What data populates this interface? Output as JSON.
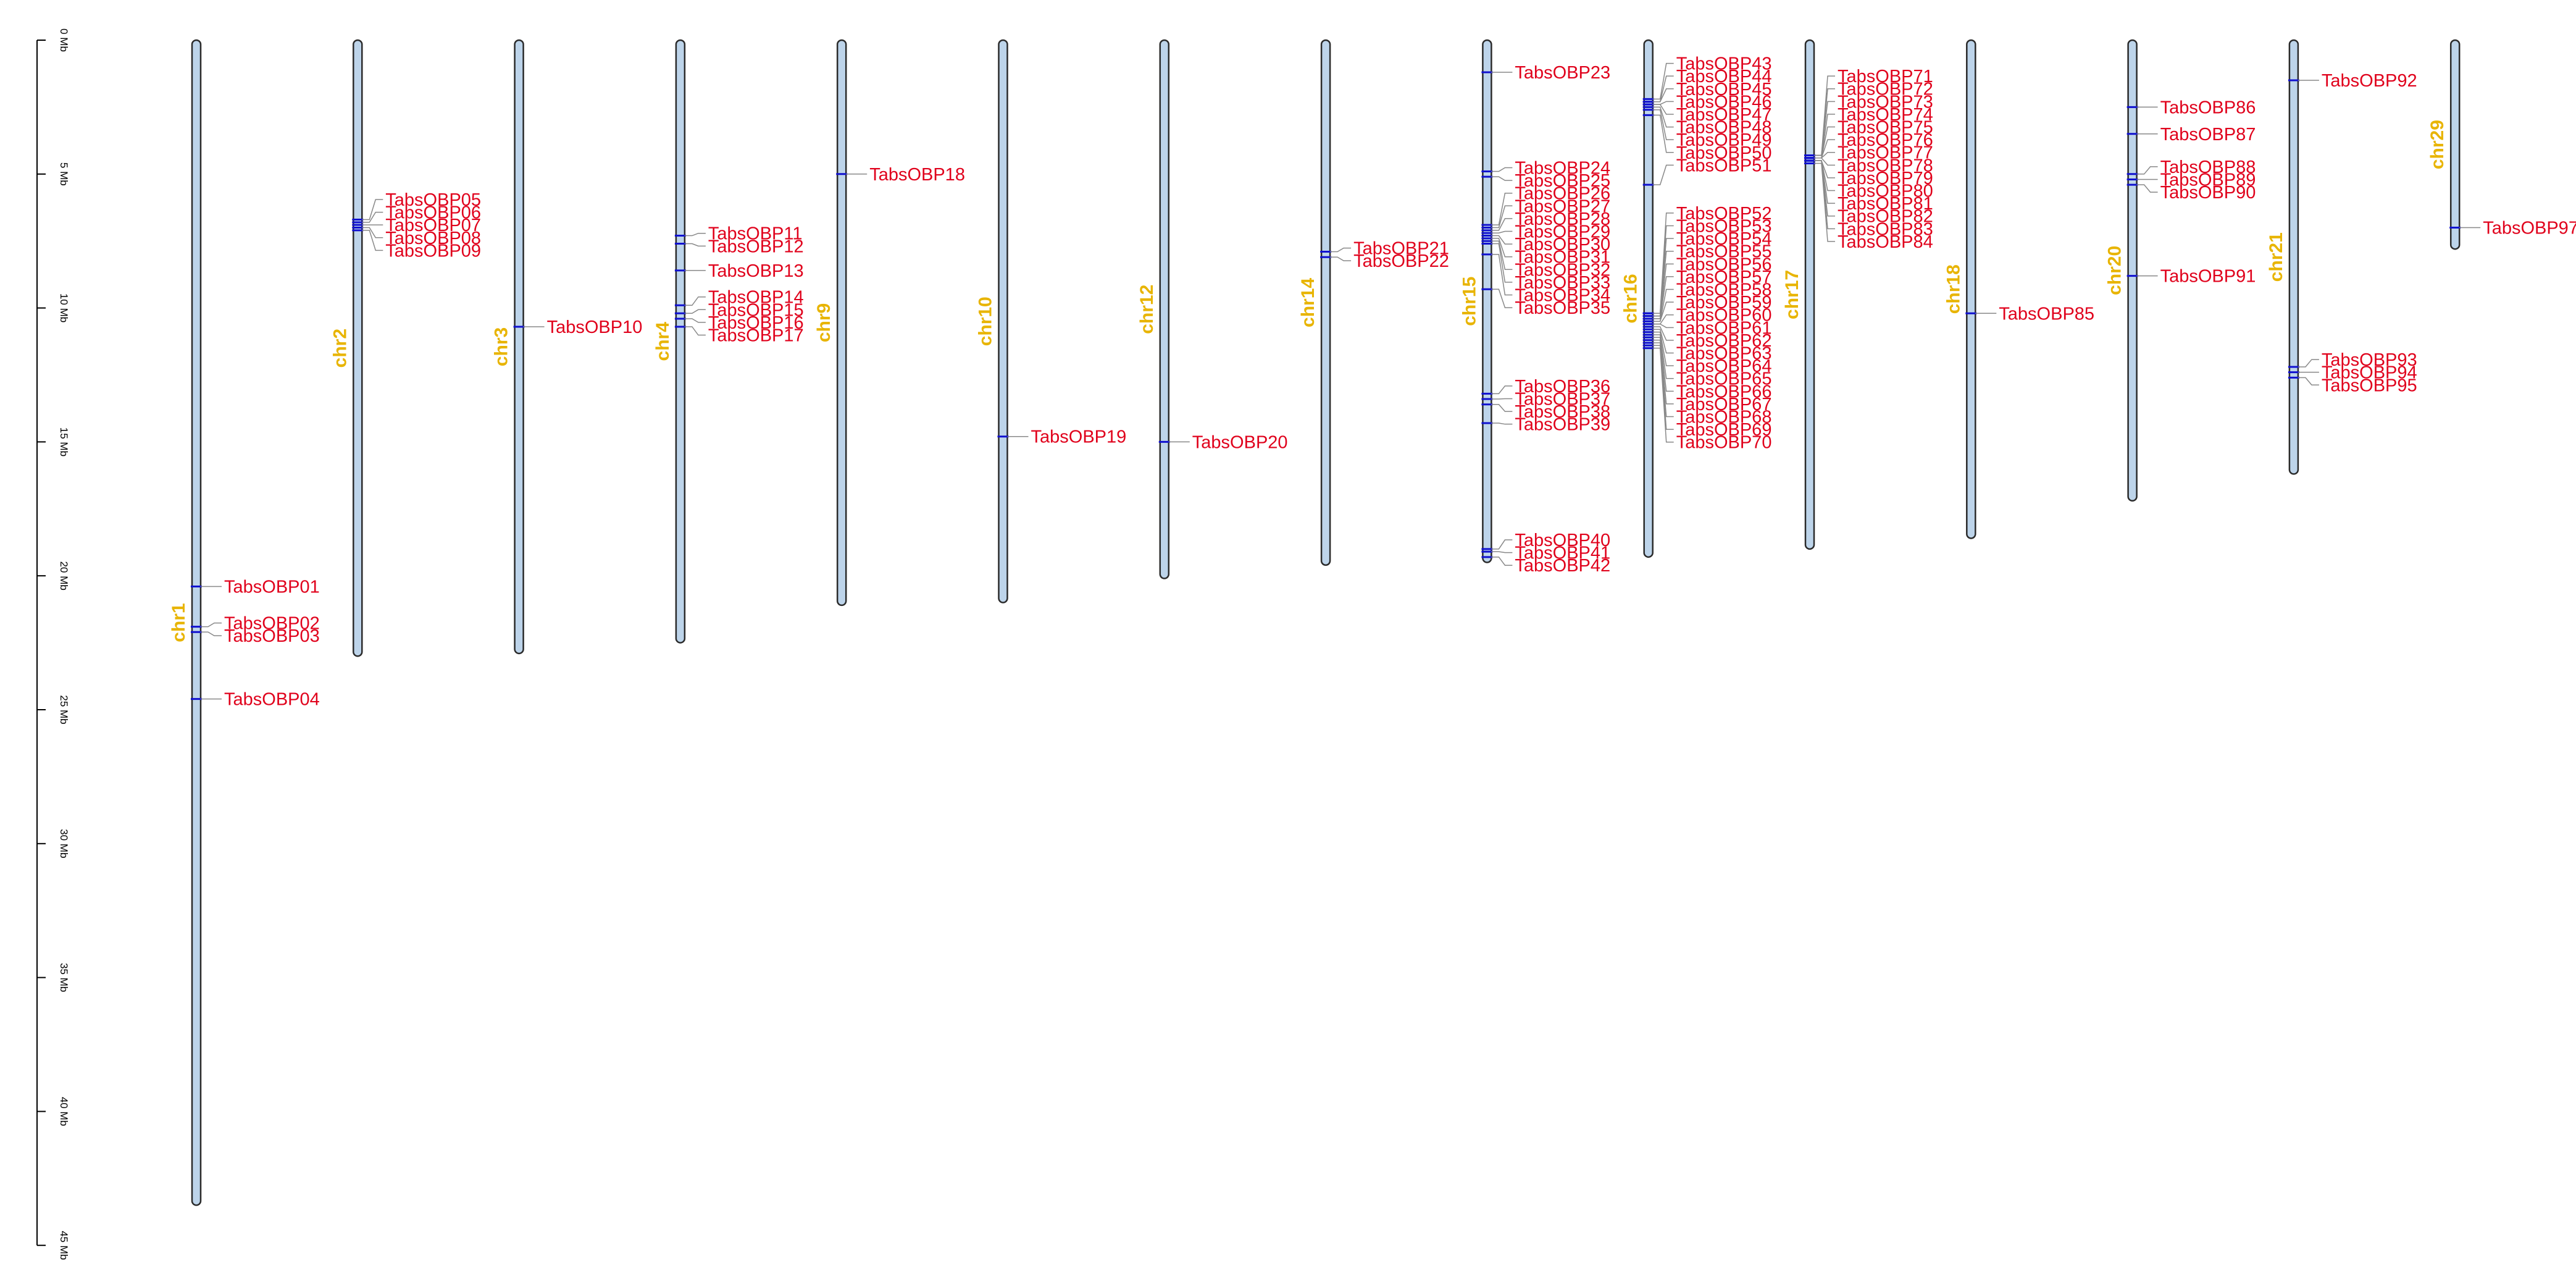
{
  "chart_data": {
    "type": "chromosome-map",
    "unit": "Mb",
    "axis": {
      "range": [
        0,
        45
      ],
      "ticks": [
        0,
        5,
        10,
        15,
        20,
        25,
        30,
        35,
        40,
        45
      ],
      "tick_labels": [
        "0 Mb",
        "5 Mb",
        "10 Mb",
        "15 Mb",
        "20 Mb",
        "25 Mb",
        "30 Mb",
        "35 Mb",
        "40 Mb",
        "45 Mb"
      ]
    },
    "colors": {
      "chromosome_fill": "#BDD4EA",
      "chromosome_stroke": "#2A2A2A",
      "chromosome_name": "#E8B400",
      "gene_label": "#E0001B",
      "gene_tick": "#1010D0",
      "leader_line": "#888888",
      "axis": "#000000"
    },
    "chromosomes": [
      {
        "name": "chr1",
        "length": 43.5,
        "genes": [
          {
            "name": "TabsOBP01",
            "pos": 20.4
          },
          {
            "name": "TabsOBP02",
            "pos": 21.9
          },
          {
            "name": "TabsOBP03",
            "pos": 22.1
          },
          {
            "name": "TabsOBP04",
            "pos": 24.6
          }
        ]
      },
      {
        "name": "chr2",
        "length": 23.0,
        "genes": [
          {
            "name": "TabsOBP05",
            "pos": 6.7
          },
          {
            "name": "TabsOBP06",
            "pos": 6.8
          },
          {
            "name": "TabsOBP07",
            "pos": 6.9
          },
          {
            "name": "TabsOBP08",
            "pos": 7.0
          },
          {
            "name": "TabsOBP09",
            "pos": 7.1
          }
        ]
      },
      {
        "name": "chr3",
        "length": 22.9,
        "genes": [
          {
            "name": "TabsOBP10",
            "pos": 10.7
          }
        ]
      },
      {
        "name": "chr4",
        "length": 22.5,
        "genes": [
          {
            "name": "TabsOBP11",
            "pos": 7.3
          },
          {
            "name": "TabsOBP12",
            "pos": 7.6
          },
          {
            "name": "TabsOBP13",
            "pos": 8.6
          },
          {
            "name": "TabsOBP14",
            "pos": 9.9
          },
          {
            "name": "TabsOBP15",
            "pos": 10.2
          },
          {
            "name": "TabsOBP16",
            "pos": 10.4
          },
          {
            "name": "TabsOBP17",
            "pos": 10.7
          }
        ]
      },
      {
        "name": "chr9",
        "length": 21.1,
        "genes": [
          {
            "name": "TabsOBP18",
            "pos": 5.0
          }
        ]
      },
      {
        "name": "chr10",
        "length": 21.0,
        "genes": [
          {
            "name": "TabsOBP19",
            "pos": 14.8
          }
        ]
      },
      {
        "name": "chr12",
        "length": 20.1,
        "genes": [
          {
            "name": "TabsOBP20",
            "pos": 15.0
          }
        ]
      },
      {
        "name": "chr14",
        "length": 19.6,
        "genes": [
          {
            "name": "TabsOBP21",
            "pos": 7.9
          },
          {
            "name": "TabsOBP22",
            "pos": 8.1
          }
        ]
      },
      {
        "name": "chr15",
        "length": 19.5,
        "genes": [
          {
            "name": "TabsOBP23",
            "pos": 1.2
          },
          {
            "name": "TabsOBP24",
            "pos": 4.9
          },
          {
            "name": "TabsOBP25",
            "pos": 5.1
          },
          {
            "name": "TabsOBP26",
            "pos": 6.9
          },
          {
            "name": "TabsOBP27",
            "pos": 7.0
          },
          {
            "name": "TabsOBP28",
            "pos": 7.1
          },
          {
            "name": "TabsOBP29",
            "pos": 7.2
          },
          {
            "name": "TabsOBP30",
            "pos": 7.3
          },
          {
            "name": "TabsOBP31",
            "pos": 7.4
          },
          {
            "name": "TabsOBP32",
            "pos": 7.5
          },
          {
            "name": "TabsOBP33",
            "pos": 7.6
          },
          {
            "name": "TabsOBP34",
            "pos": 8.0
          },
          {
            "name": "TabsOBP35",
            "pos": 9.3
          },
          {
            "name": "TabsOBP36",
            "pos": 13.2
          },
          {
            "name": "TabsOBP37",
            "pos": 13.4
          },
          {
            "name": "TabsOBP38",
            "pos": 13.6
          },
          {
            "name": "TabsOBP39",
            "pos": 14.3
          },
          {
            "name": "TabsOBP40",
            "pos": 19.0
          },
          {
            "name": "TabsOBP41",
            "pos": 19.1
          },
          {
            "name": "TabsOBP42",
            "pos": 19.3
          }
        ]
      },
      {
        "name": "chr16",
        "length": 19.3,
        "genes": [
          {
            "name": "TabsOBP43",
            "pos": 2.2
          },
          {
            "name": "TabsOBP44",
            "pos": 2.3
          },
          {
            "name": "TabsOBP45",
            "pos": 2.3
          },
          {
            "name": "TabsOBP46",
            "pos": 2.4
          },
          {
            "name": "TabsOBP47",
            "pos": 2.4
          },
          {
            "name": "TabsOBP48",
            "pos": 2.5
          },
          {
            "name": "TabsOBP49",
            "pos": 2.6
          },
          {
            "name": "TabsOBP50",
            "pos": 2.8
          },
          {
            "name": "TabsOBP51",
            "pos": 5.4
          },
          {
            "name": "TabsOBP52",
            "pos": 10.2
          },
          {
            "name": "TabsOBP53",
            "pos": 10.2
          },
          {
            "name": "TabsOBP54",
            "pos": 10.3
          },
          {
            "name": "TabsOBP55",
            "pos": 10.3
          },
          {
            "name": "TabsOBP56",
            "pos": 10.4
          },
          {
            "name": "TabsOBP57",
            "pos": 10.4
          },
          {
            "name": "TabsOBP58",
            "pos": 10.5
          },
          {
            "name": "TabsOBP59",
            "pos": 10.5
          },
          {
            "name": "TabsOBP60",
            "pos": 10.6
          },
          {
            "name": "TabsOBP61",
            "pos": 10.6
          },
          {
            "name": "TabsOBP62",
            "pos": 10.7
          },
          {
            "name": "TabsOBP63",
            "pos": 10.8
          },
          {
            "name": "TabsOBP64",
            "pos": 10.9
          },
          {
            "name": "TabsOBP65",
            "pos": 11.0
          },
          {
            "name": "TabsOBP66",
            "pos": 11.1
          },
          {
            "name": "TabsOBP67",
            "pos": 11.2
          },
          {
            "name": "TabsOBP68",
            "pos": 11.3
          },
          {
            "name": "TabsOBP69",
            "pos": 11.4
          },
          {
            "name": "TabsOBP70",
            "pos": 11.5
          }
        ]
      },
      {
        "name": "chr17",
        "length": 19.0,
        "genes": [
          {
            "name": "TabsOBP71",
            "pos": 4.3
          },
          {
            "name": "TabsOBP72",
            "pos": 4.3
          },
          {
            "name": "TabsOBP73",
            "pos": 4.3
          },
          {
            "name": "TabsOBP74",
            "pos": 4.4
          },
          {
            "name": "TabsOBP75",
            "pos": 4.4
          },
          {
            "name": "TabsOBP76",
            "pos": 4.4
          },
          {
            "name": "TabsOBP77",
            "pos": 4.4
          },
          {
            "name": "TabsOBP78",
            "pos": 4.4
          },
          {
            "name": "TabsOBP79",
            "pos": 4.5
          },
          {
            "name": "TabsOBP80",
            "pos": 4.5
          },
          {
            "name": "TabsOBP81",
            "pos": 4.5
          },
          {
            "name": "TabsOBP82",
            "pos": 4.5
          },
          {
            "name": "TabsOBP83",
            "pos": 4.5
          },
          {
            "name": "TabsOBP84",
            "pos": 4.6
          }
        ]
      },
      {
        "name": "chr18",
        "length": 18.6,
        "genes": [
          {
            "name": "TabsOBP85",
            "pos": 10.2
          }
        ]
      },
      {
        "name": "chr20",
        "length": 17.2,
        "genes": [
          {
            "name": "TabsOBP86",
            "pos": 2.5
          },
          {
            "name": "TabsOBP87",
            "pos": 3.5
          },
          {
            "name": "TabsOBP88",
            "pos": 5.0
          },
          {
            "name": "TabsOBP89",
            "pos": 5.2
          },
          {
            "name": "TabsOBP90",
            "pos": 5.4
          },
          {
            "name": "TabsOBP91",
            "pos": 8.8
          }
        ]
      },
      {
        "name": "chr21",
        "length": 16.2,
        "genes": [
          {
            "name": "TabsOBP92",
            "pos": 1.5
          },
          {
            "name": "TabsOBP93",
            "pos": 12.2
          },
          {
            "name": "TabsOBP94",
            "pos": 12.4
          },
          {
            "name": "TabsOBP95",
            "pos": 12.6
          }
        ]
      },
      {
        "name": "chr29",
        "length": 7.8,
        "genes": [
          {
            "name": "TabsOBP97",
            "pos": 7.0
          }
        ]
      }
    ]
  }
}
